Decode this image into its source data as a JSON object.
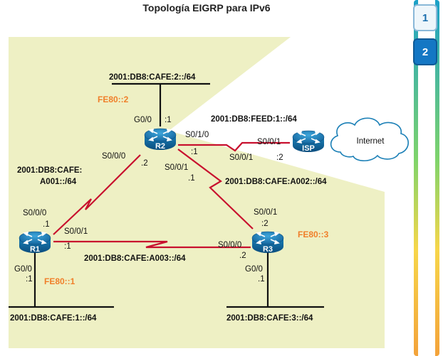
{
  "title": "Topología EIGRP para IPv6",
  "pages": [
    {
      "label": "1",
      "active": false
    },
    {
      "label": "2",
      "active": true
    }
  ],
  "routers": {
    "r1": "R1",
    "r2": "R2",
    "r3": "R3",
    "isp": "ISP"
  },
  "cloud": "Internet",
  "networks": {
    "r2_lan": "2001:DB8:CAFE:2::/64",
    "r1_lan": "2001:DB8:CAFE:1::/64",
    "r3_lan": "2001:DB8:CAFE:3::/64",
    "isp_link": "2001:DB8:FEED:1::/64",
    "r1_r2_line1": "2001:DB8:CAFE:",
    "r1_r2_line2": "A001::/64",
    "r2_r3": "2001:DB8:CAFE:A002::/64",
    "r1_r3": "2001:DB8:CAFE:A003::/64"
  },
  "link_local": {
    "r2": "FE80::2",
    "r1": "FE80::1",
    "r3": "FE80::3"
  },
  "labels": {
    "r2_g00": "G0/0",
    "r2_g00_addr": ":1",
    "r2_s010": "S0/1/0",
    "r2_s010_addr": ":1",
    "isp_s001_top": "S0/0/1",
    "isp_s001_bottom": "S0/0/1",
    "isp_addr": ":2",
    "r2_s000": "S0/0/0",
    "r2_s000_addr": ".2",
    "r2_s001": "S0/0/1",
    "r2_s001_addr": ".1",
    "r1_s000": "S0/0/0",
    "r1_s000_addr": ".1",
    "r1_s001": "S0/0/1",
    "r1_s001_addr": ":1",
    "r1_g00": "G0/0",
    "r1_g00_addr": ":1",
    "r3_s001": "S0/0/1",
    "r3_s001_addr": ":2",
    "r3_s000": "S0/0/0",
    "r3_s000_addr": ".2",
    "r3_g00": "G0/0",
    "r3_g00_addr": ".1"
  },
  "colors": {
    "area_fill": "#eef0c4",
    "serial_link": "#c8102e",
    "router_body": "#1a7fb6",
    "link_local_text": "#f07f2a",
    "active_page": "#1477c4"
  }
}
